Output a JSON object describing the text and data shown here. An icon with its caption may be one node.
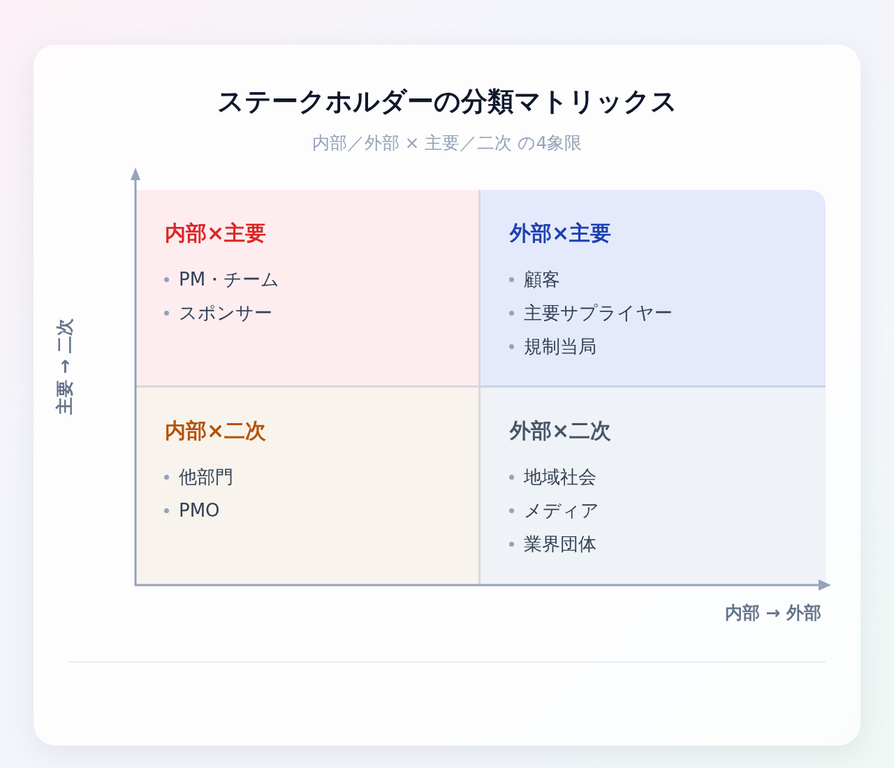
{
  "diagram": {
    "title": "ステークホルダーの分類マトリックス",
    "nodes": [
      {
        "text": [
          "内部×主要",
          "PM・チーム",
          "スポンサー"
        ]
      },
      {
        "text": [
          "外部×主要",
          "顧客",
          "主要サプライヤー",
          "規制当局"
        ]
      },
      {
        "text": [
          "内部×二次",
          "他部門",
          "PMO"
        ]
      },
      {
        "text": [
          "外部×二次",
          "地域社会",
          "メディア",
          "業界団体"
        ]
      }
    ],
    "labels": [
      "内部／外部 × 主要／二次 の4象限",
      "主要 → 二次",
      "内部 → 外部"
    ]
  }
}
